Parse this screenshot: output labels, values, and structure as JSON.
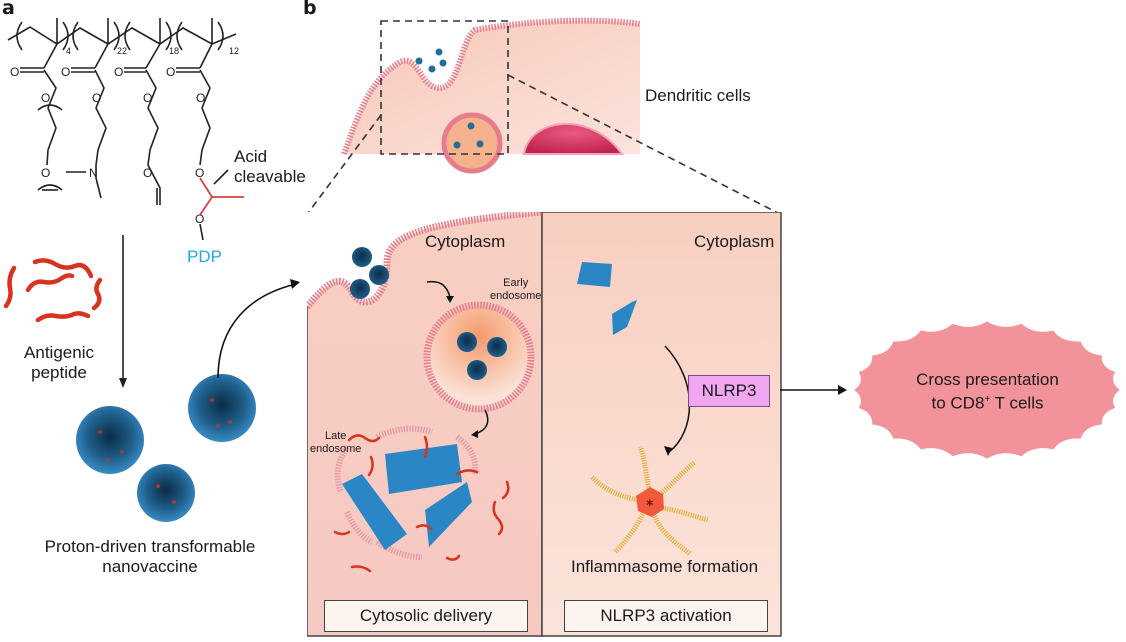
{
  "panels": {
    "a": {
      "letter": "a",
      "polymer": {
        "repeat_counts": [
          "4",
          "22",
          "18",
          "12"
        ],
        "atom_labels": {
          "oxygen": "O",
          "nitrogen": "N"
        },
        "acid_cleavable_label": [
          "Acid",
          "cleavable"
        ],
        "pdp_label": "PDP"
      },
      "antigenic_peptide_label": [
        "Antigenic",
        "peptide"
      ],
      "nanovaccine_label": [
        "Proton-driven transformable",
        "nanovaccine"
      ]
    },
    "b": {
      "letter": "b",
      "cell_label": "Dendritic cells",
      "left_box": {
        "cytoplasm_label": "Cytoplasm",
        "early_endosome_label": [
          "Early",
          "endosome"
        ],
        "late_endosome_label": [
          "Late",
          "endosome"
        ],
        "caption": "Cytosolic delivery"
      },
      "right_box": {
        "cytoplasm_label": "Cytoplasm",
        "nlrp3_label": "NLRP3",
        "inflammasome_label": "Inflammasome formation",
        "caption": "NLRP3 activation"
      },
      "outcome": {
        "line1": "Cross presentation",
        "line2_prefix": "to CD8",
        "line2_sup": "+",
        "line2_suffix": " T cells"
      }
    }
  },
  "colors": {
    "membrane": "#e77c8e",
    "cytoplasm": "#f9d5cb",
    "nanoparticle": "#1f5f8b",
    "peptide": "#d9331f",
    "sheet": "#2a86c4",
    "acid_bond": "#d94040",
    "pdp": "#2aa8d8",
    "nlrp3_box": "#f0a6f0",
    "outcome_blob": "#f2939b",
    "nucleus": "#d23763"
  }
}
